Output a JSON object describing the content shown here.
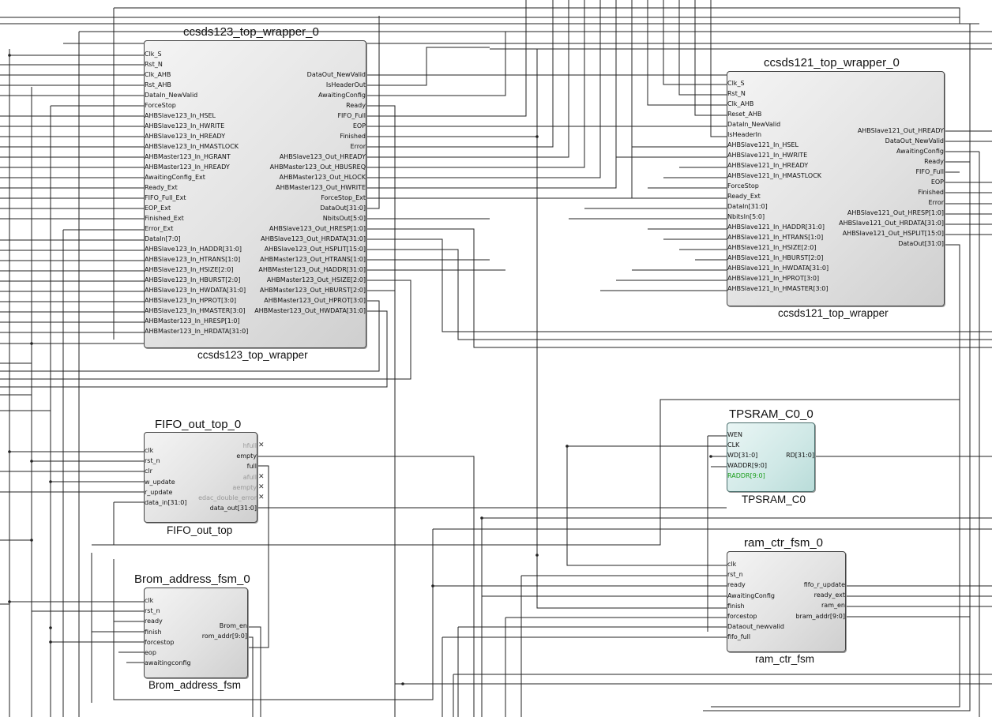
{
  "blocks": {
    "ccsds123": {
      "instance": "ccsds123_top_wrapper_0",
      "cell": "ccsds123_top_wrapper",
      "inputs": [
        "Clk_S",
        "Rst_N",
        "Clk_AHB",
        "Rst_AHB",
        "DataIn_NewValid",
        "ForceStop",
        "AHBSlave123_In_HSEL",
        "AHBSlave123_In_HWRITE",
        "AHBSlave123_In_HREADY",
        "AHBSlave123_In_HMASTLOCK",
        "AHBMaster123_In_HGRANT",
        "AHBMaster123_In_HREADY",
        "AwaitingConfig_Ext",
        "Ready_Ext",
        "FIFO_Full_Ext",
        "EOP_Ext",
        "Finished_Ext",
        "Error_Ext",
        "DataIn[7:0]",
        "AHBSlave123_In_HADDR[31:0]",
        "AHBSlave123_In_HTRANS[1:0]",
        "AHBSlave123_In_HSIZE[2:0]",
        "AHBSlave123_In_HBURST[2:0]",
        "AHBSlave123_In_HWDATA[31:0]",
        "AHBSlave123_In_HPROT[3:0]",
        "AHBSlave123_In_HMASTER[3:0]",
        "AHBMaster123_In_HRESP[1:0]",
        "AHBMaster123_In_HRDATA[31:0]"
      ],
      "outputs": [
        "DataOut_NewValid",
        "IsHeaderOut",
        "AwaitingConfig",
        "Ready",
        "FIFO_Full",
        "EOP",
        "Finished",
        "Error",
        "AHBSlave123_Out_HREADY",
        "AHBMaster123_Out_HBUSREQ",
        "AHBMaster123_Out_HLOCK",
        "AHBMaster123_Out_HWRITE",
        "ForceStop_Ext",
        "DataOut[31:0]",
        "NbitsOut[5:0]",
        "AHBSlave123_Out_HRESP[1:0]",
        "AHBSlave123_Out_HRDATA[31:0]",
        "AHBSlave123_Out_HSPLIT[15:0]",
        "AHBMaster123_Out_HTRANS[1:0]",
        "AHBMaster123_Out_HADDR[31:0]",
        "AHBMaster123_Out_HSIZE[2:0]",
        "AHBMaster123_Out_HBURST[2:0]",
        "AHBMaster123_Out_HPROT[3:0]",
        "AHBMaster123_Out_HWDATA[31:0]"
      ]
    },
    "ccsds121": {
      "instance": "ccsds121_top_wrapper_0",
      "cell": "ccsds121_top_wrapper",
      "inputs": [
        "Clk_S",
        "Rst_N",
        "Clk_AHB",
        "Reset_AHB",
        "DataIn_NewValid",
        "IsHeaderIn",
        "AHBSlave121_In_HSEL",
        "AHBSlave121_In_HWRITE",
        "AHBSlave121_In_HREADY",
        "AHBSlave121_In_HMASTLOCK",
        "ForceStop",
        "Ready_Ext",
        "DataIn[31:0]",
        "NbitsIn[5:0]",
        "AHBSlave121_In_HADDR[31:0]",
        "AHBSlave121_In_HTRANS[1:0]",
        "AHBSlave121_In_HSIZE[2:0]",
        "AHBSlave121_In_HBURST[2:0]",
        "AHBSlave121_In_HWDATA[31:0]",
        "AHBSlave121_In_HPROT[3:0]",
        "AHBSlave121_In_HMASTER[3:0]"
      ],
      "outputs": [
        "AHBSlave121_Out_HREADY",
        "DataOut_NewValid",
        "AwaitingConfig",
        "Ready",
        "FIFO_Full",
        "EOP",
        "Finished",
        "Error",
        "AHBSlave121_Out_HRESP[1:0]",
        "AHBSlave121_Out_HRDATA[31:0]",
        "AHBSlave121_Out_HSPLIT[15:0]",
        "DataOut[31:0]"
      ]
    },
    "fifo": {
      "instance": "FIFO_out_top_0",
      "cell": "FIFO_out_top",
      "inputs": [
        "clk",
        "rst_n",
        "clr",
        "w_update",
        "r_update",
        "data_in[31:0]"
      ],
      "outputs": [
        "hfull",
        "empty",
        "full",
        "afull",
        "aempty",
        "edac_double_error",
        "data_out[31:0]"
      ]
    },
    "tpsram": {
      "instance": "TPSRAM_C0_0",
      "cell": "TPSRAM_C0",
      "inputs": [
        "WEN",
        "CLK",
        "WD[31:0]",
        "WADDR[9:0]",
        "RADDR[9:0]"
      ],
      "outputs": [
        "RD[31:0]"
      ]
    },
    "ramctr": {
      "instance": "ram_ctr_fsm_0",
      "cell": "ram_ctr_fsm",
      "inputs": [
        "clk",
        "rst_n",
        "ready",
        "AwaitingConfig",
        "finish",
        "forcestop",
        "Dataout_newvalid",
        "fifo_full"
      ],
      "outputs": [
        "fifo_r_update",
        "ready_ext",
        "ram_en",
        "bram_addr[9:0]"
      ]
    },
    "brom": {
      "instance": "Brom_address_fsm_0",
      "cell": "Brom_address_fsm",
      "inputs": [
        "clk",
        "rst_n",
        "ready",
        "finish",
        "forcestop",
        "eop",
        "awaitingconfig"
      ],
      "outputs": [
        "Brom_en",
        "rom_addr[9:0]"
      ]
    }
  },
  "colors": {
    "wire": "#222222",
    "block_border": "#444444",
    "ram_fill": "#cfe8e6",
    "unused_pin": "#999999",
    "tied_pin": "#1a9c1a"
  }
}
